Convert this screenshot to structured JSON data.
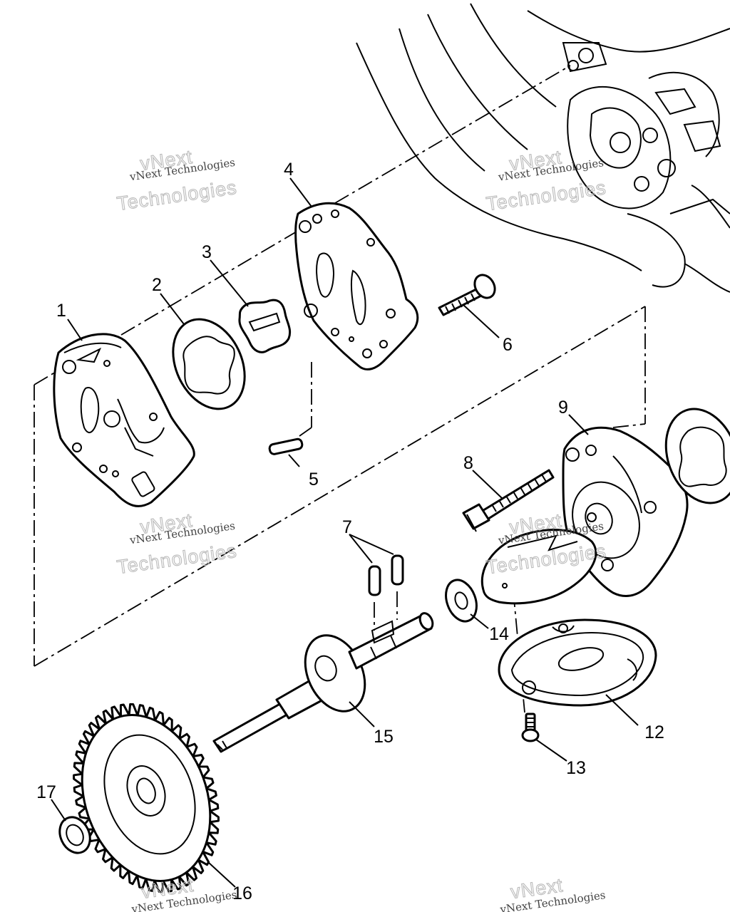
{
  "callouts": [
    "1",
    "2",
    "3",
    "4",
    "5",
    "6",
    "7",
    "8",
    "9",
    "12",
    "13",
    "14",
    "15",
    "16",
    "17"
  ],
  "watermark": {
    "small": "vNext Technologies",
    "line1": "vNext",
    "line2": "Technologies"
  }
}
